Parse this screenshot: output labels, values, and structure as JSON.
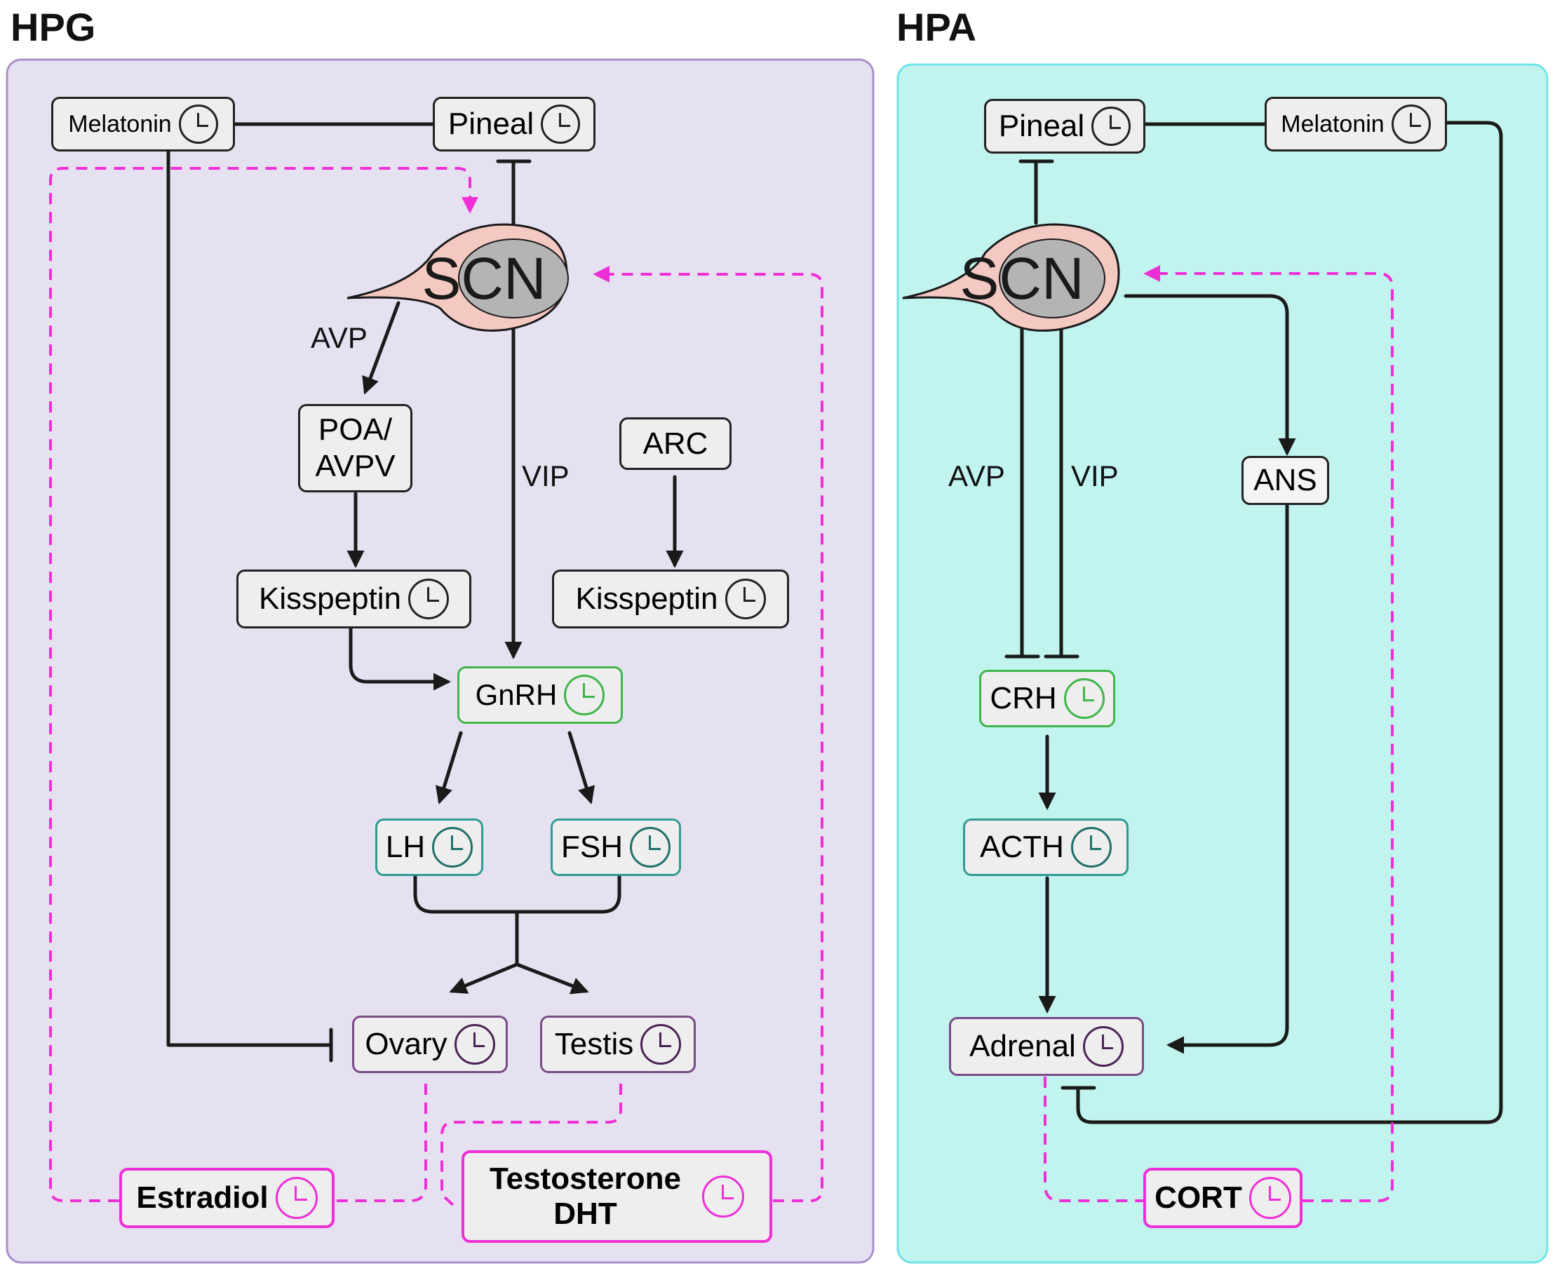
{
  "panels": {
    "hpg": {
      "title": "HPG"
    },
    "hpa": {
      "title": "HPA"
    }
  },
  "colors": {
    "hpg_bg": "#e6e1f1",
    "hpg_border": "#a98fc9",
    "hpa_bg": "#c1f3ef",
    "hpa_border": "#70e4e8",
    "neutral_border": "#222222",
    "green": "#3fb54a",
    "teal": "#2f9a94",
    "purple": "#7a4a86",
    "magenta": "#ee2fd6",
    "scn_fill": "#f4c9c2",
    "scn_core": "#b4b4b4"
  },
  "hpg": {
    "melatonin": "Melatonin",
    "pineal": "Pineal",
    "scn": "SCN",
    "avp": "AVP",
    "vip": "VIP",
    "poa_line1": "POA/",
    "poa_line2": "AVPV",
    "arc": "ARC",
    "kisspeptin_left": "Kisspeptin",
    "kisspeptin_right": "Kisspeptin",
    "gnrh": "GnRH",
    "lh": "LH",
    "fsh": "FSH",
    "ovary": "Ovary",
    "testis": "Testis",
    "estradiol": "Estradiol",
    "testosterone_line1": "Testosterone",
    "testosterone_line2": "DHT"
  },
  "hpa": {
    "pineal": "Pineal",
    "melatonin": "Melatonin",
    "scn": "SCN",
    "avp": "AVP",
    "vip": "VIP",
    "ans": "ANS",
    "crh": "CRH",
    "acth": "ACTH",
    "adrenal": "Adrenal",
    "cort": "CORT"
  }
}
